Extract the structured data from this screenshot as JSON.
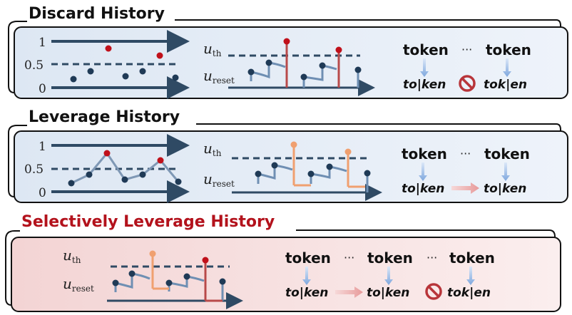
{
  "panels": [
    {
      "title": "Discard History",
      "tokens": [
        "token",
        "token"
      ],
      "split": [
        "to|ken",
        "tok|en"
      ],
      "ellipsis": "···"
    },
    {
      "title": "Leverage History",
      "tokens": [
        "token",
        "token"
      ],
      "split": [
        "to|ken",
        "to|ken"
      ],
      "ellipsis": "···"
    },
    {
      "title": "Selectively Leverage History",
      "tokens": [
        "token",
        "token",
        "token"
      ],
      "split": [
        "to|ken",
        "to|ken",
        "tok|en"
      ],
      "ellipsis": "···"
    }
  ],
  "axis": {
    "one": "1",
    "half": "0.5",
    "zero": "0"
  },
  "u": {
    "sym": "u",
    "th": "th",
    "reset": "reset"
  },
  "colors": {
    "blue": "#1f3a56",
    "red": "#c0101a",
    "orange": "#f0a070",
    "stem": "#6f8fb3",
    "arrow": "#2f4a64"
  }
}
